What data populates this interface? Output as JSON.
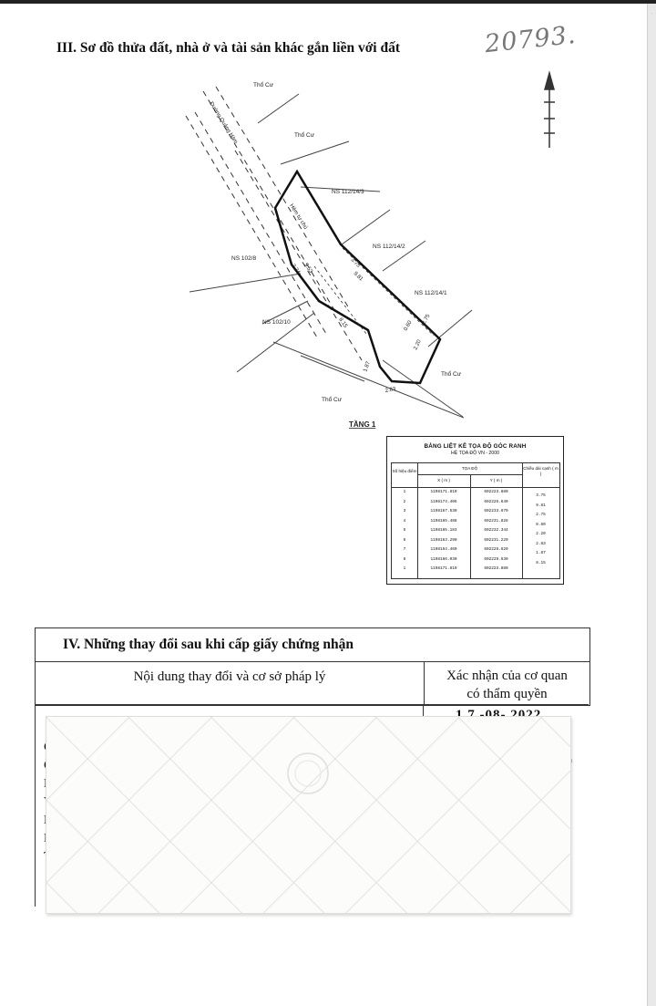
{
  "document": {
    "handwritten_number": "20793.",
    "section3_title": "III. Sơ đồ thửa đất, nhà ở và tài sản khác gắn liền với đất"
  },
  "map": {
    "plot_labels": [
      "Thổ Cư",
      "Thổ Cư",
      "NS 112/14/3",
      "NS 112/14/2",
      "NS 112/14/1",
      "NS 102/8",
      "NS 102/10",
      "Thổ Cư",
      "Thổ Cư"
    ],
    "road_labels": [
      "Đường Quảng Hàm",
      "Hẻm tự chủ"
    ],
    "dimension_labels": [
      "3.75",
      "9.81",
      "2.75",
      "0.60",
      "2.20",
      "2.83",
      "1.87",
      "8.15",
      "2.74",
      "3.53"
    ],
    "floor_label": "TẦNG 1",
    "north_arrow": "north-arrow-icon"
  },
  "coord_table": {
    "title": "BẢNG LIỆT KÊ TỌA ĐỘ GÓC RANH",
    "subtitle": "HỆ TỌA ĐỘ VN - 2000",
    "col_point": "Số hiệu điểm",
    "col_coord": "TỌA ĐỘ",
    "col_x": "X ( m )",
    "col_y": "Y ( m )",
    "col_len": "Chiều dài cạnh ( m )",
    "rows": [
      {
        "point": "1",
        "x": "1198171.810",
        "y": "602223.880",
        "len": "3.75"
      },
      {
        "point": "2",
        "x": "1198174.406",
        "y": "602226.640",
        "len": "9.81"
      },
      {
        "point": "3",
        "x": "1198167.530",
        "y": "602233.670",
        "len": "2.75"
      },
      {
        "point": "4",
        "x": "1198165.488",
        "y": "602231.828",
        "len": "0.60"
      },
      {
        "point": "5",
        "x": "1198165.183",
        "y": "602232.344",
        "len": "2.20"
      },
      {
        "point": "6",
        "x": "1198163.290",
        "y": "602231.220",
        "len": "2.83"
      },
      {
        "point": "7",
        "x": "1198164.460",
        "y": "602228.620",
        "len": "1.87"
      },
      {
        "point": "8",
        "x": "1198166.030",
        "y": "602229.630",
        "len": "8.15"
      },
      {
        "point": "1",
        "x": "1198171.810",
        "y": "602223.880",
        "len": ""
      }
    ]
  },
  "section4": {
    "title": "IV. Những thay đổi sau khi cấp giấy chứng nhận",
    "col_content": "Nội dung thay đổi và cơ sở pháp lý",
    "col_confirm_line1": "Xác nhận của cơ quan",
    "col_confirm_line2": "có thẩm quyền",
    "date_stamp": "1 7 -08- 2022"
  },
  "fragments": {
    "left_chars": [
      "C",
      "C",
      "E",
      "V",
      "E",
      "P",
      "T"
    ],
    "right_chars": [
      ")",
      "G"
    ]
  }
}
